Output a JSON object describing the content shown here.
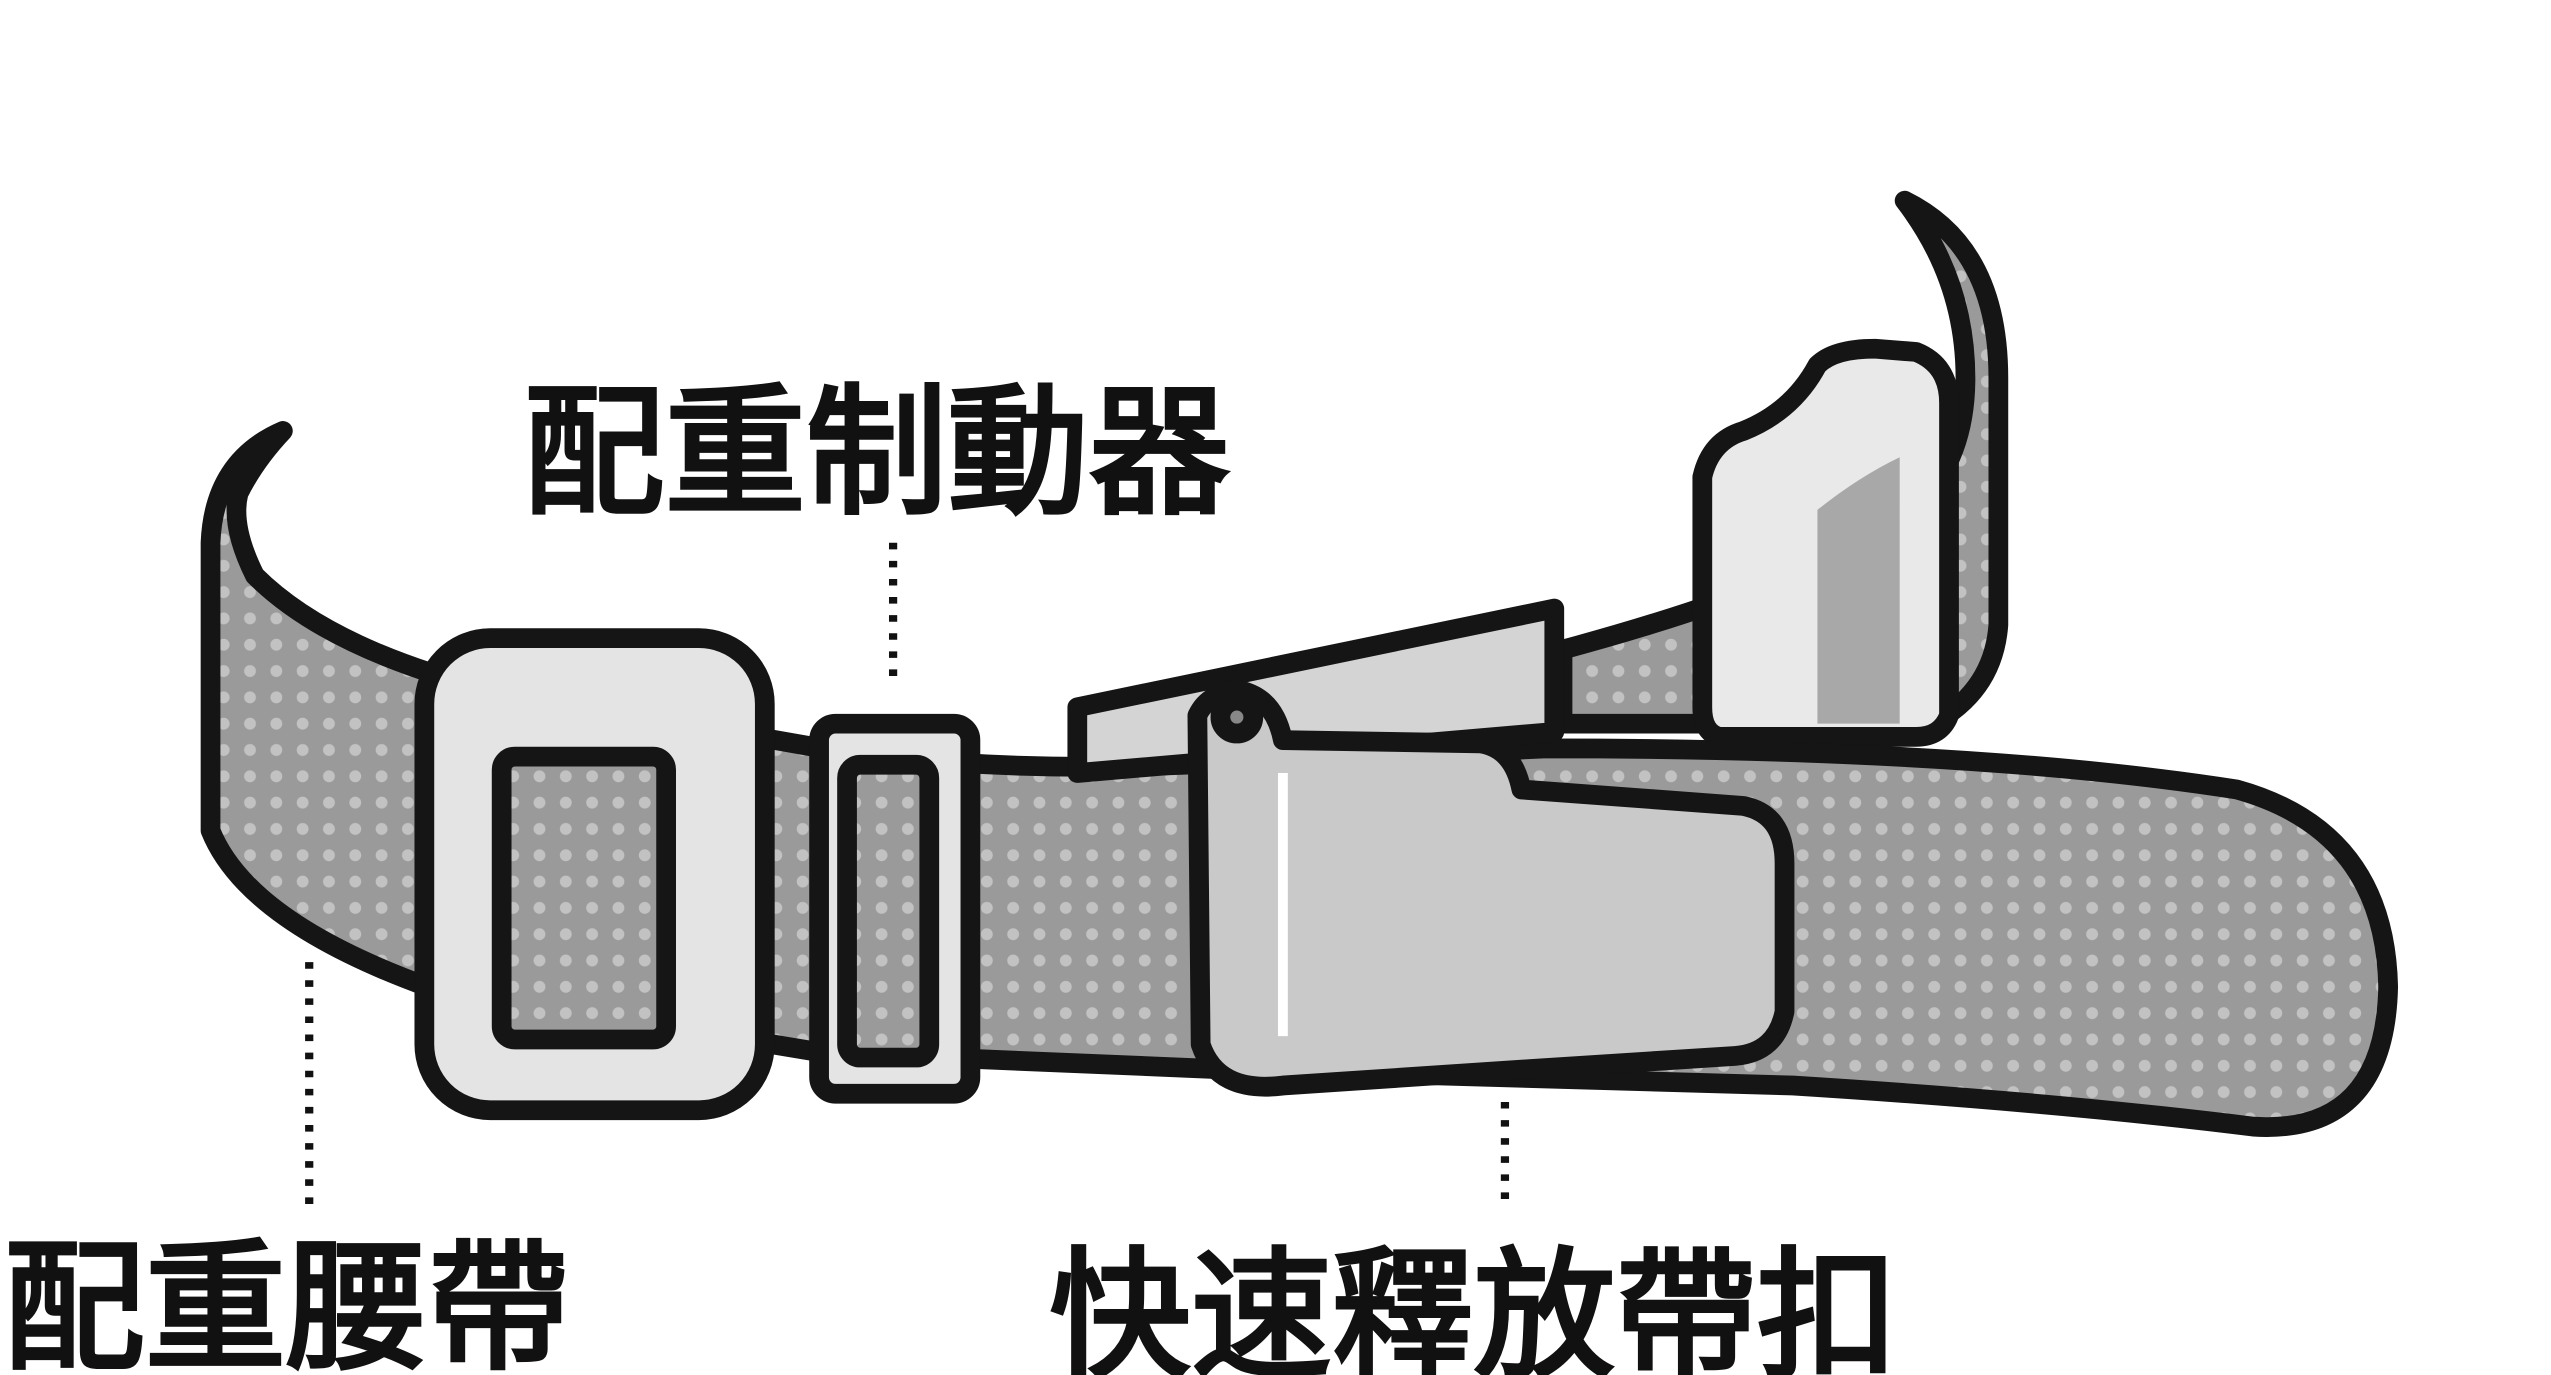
{
  "diagram": {
    "title": "Weight belt diagram",
    "labels": {
      "weight_keeper": "配重制動器",
      "weight_belt": "配重腰帶",
      "quick_release_buckle": "快速釋放帶扣"
    },
    "colors": {
      "belt": "#9a9a9a",
      "belt_dots": "#c2c2c2",
      "hardware": "#c9c9c9",
      "outline": "#151515"
    }
  }
}
